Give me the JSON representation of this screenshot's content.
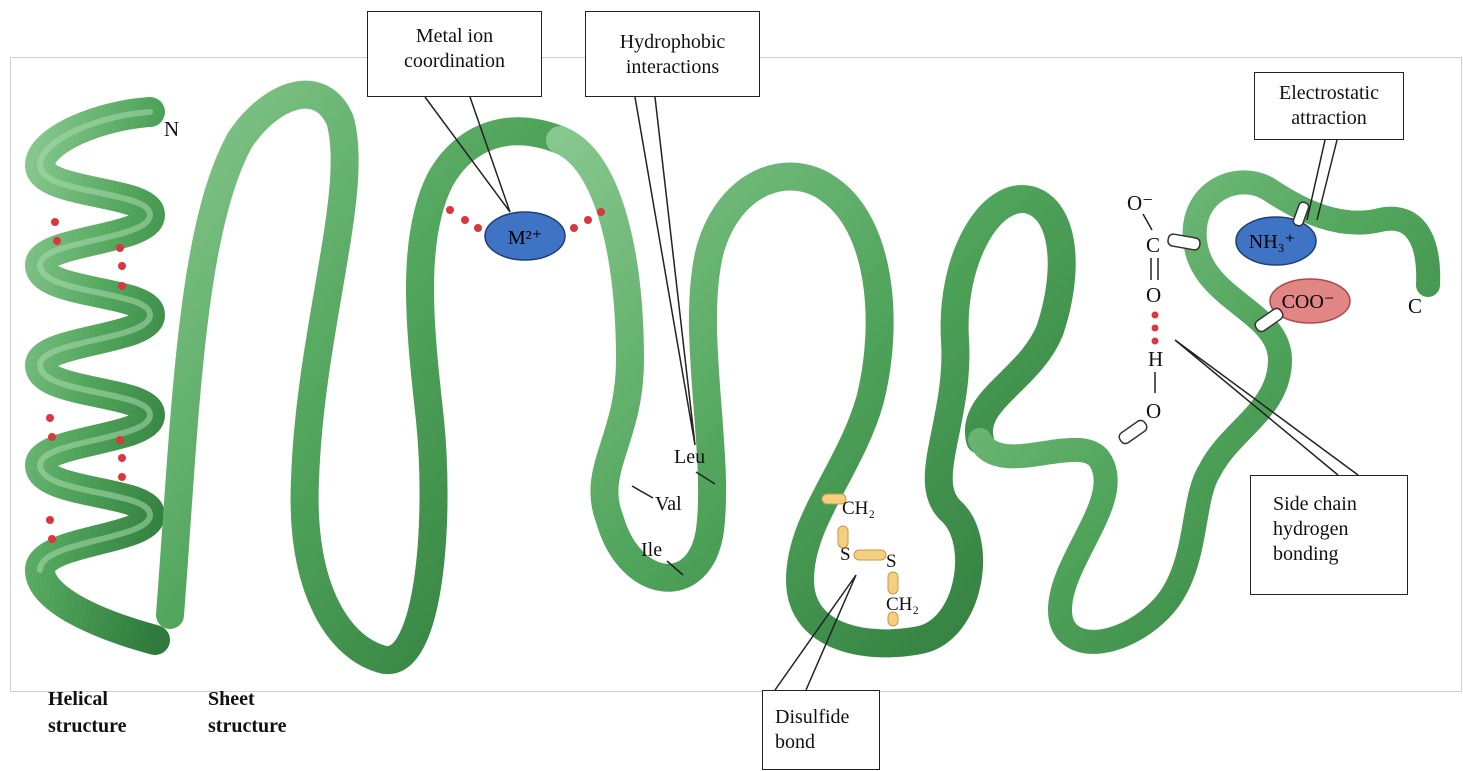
{
  "callouts": {
    "metal_ion": "Metal ion\ncoordination",
    "hydrophobic": "Hydrophobic\ninteractions",
    "electrostatic": "Electrostatic\nattraction",
    "side_chain_hb": "Side chain\nhydrogen\nbonding",
    "disulfide": "Disulfide\nbond"
  },
  "bottom_labels": {
    "helical": "Helical\nstructure",
    "sheet": "Sheet\nstructure"
  },
  "terminals": {
    "n": "N",
    "c": "C"
  },
  "ions": {
    "metal": "M²⁺",
    "ammonium": "NH₃⁺",
    "carboxylate": "COO⁻"
  },
  "residues": {
    "leu": "Leu",
    "val": "Val",
    "ile": "Ile"
  },
  "disulfide_atoms": {
    "ch2_top": "CH₂",
    "s_left": "S",
    "s_right": "S",
    "ch2_bottom": "CH₂"
  },
  "hbond_atoms": {
    "o_minus": "O⁻",
    "c": "C",
    "o_double": "O",
    "h": "H",
    "o_hydroxyl": "O"
  },
  "colors": {
    "ribbon": "#4fa35a",
    "ribbon_light": "#86c78d",
    "ribbon_dark": "#2f7a3c",
    "hbond_dot": "#d9363e",
    "metal_ion_fill": "#3f73c4",
    "ammonium_fill": "#3f73c4",
    "carboxylate_fill": "#e28585",
    "disulfide_fill": "#f5cf7f"
  }
}
